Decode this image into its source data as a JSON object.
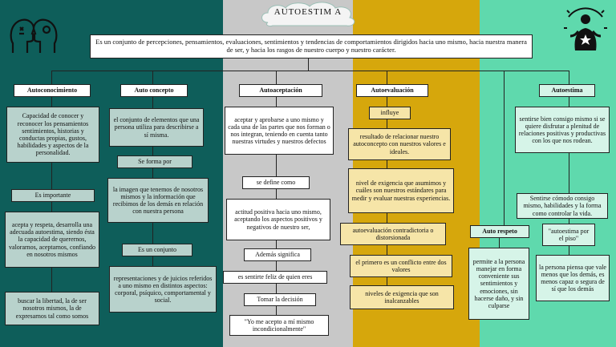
{
  "colors": {
    "teal": "#0e5e5a",
    "gray": "#c8c8c8",
    "mustard": "#d6a70c",
    "mint": "#5fd9ad"
  },
  "icons": [
    "heads-icon",
    "person-star-icon",
    "cloud-banner"
  ],
  "title": "AUTOESTIM A",
  "definition": "Es un conjunto de percepciones, pensamientos, evaluaciones, sentimientos y tendencias de comportamientos dirigidos hacia uno mismo, hacia nuestra manera de ser, y hacia los rasgos de nuestro cuerpo y nuestro carácter.",
  "autoconocimiento": {
    "header": "Autoconocimiento",
    "desc": "Capacidad de conocer y reconocer los pensamientos sentimientos, historias y conductas propias, gustos, habilidades y aspectos de la personalidad.",
    "label": "Es importante",
    "item1": "acepta y respeta, desarrolla una adecuada autoestima, siendo ésta la capacidad de querernos, valorarnos, aceptarnos, confiando en nosotros mismos",
    "item2": "buscar la libertad, la de ser nosotros mismos, la de expresarnos tal como somos"
  },
  "autoconcepto": {
    "header": "Auto concepto",
    "desc": "el conjunto de elementos que una persona utiliza para describirse a sí misma.",
    "label1": "Se forma por",
    "item1": "la imagen que tenemos de nosotros mismos y la información que recibimos de los demás en relación con nuestra persona",
    "label2": "Es un conjunto",
    "item2": "representaciones y de juicios referidos a uno mismo en distintos aspectos: corporal, psíquico, comportamental y social."
  },
  "autoaceptacion": {
    "header": "Autoaceptación",
    "desc": "aceptar y aprobarse a uno mismo y cada una de las partes que nos forman o nos integran, teniendo en cuenta tanto nuestras virtudes y nuestros defectos",
    "label1": "se define como",
    "item1": "actitud positiva hacia uno mismo, aceptando los aspectos positivos y negativos de nuestro ser,",
    "label2": "Además significa",
    "item2": "es sentirte feliz de quien eres",
    "item3": "Tomar la decisión",
    "item4": "\"Yo me acepto a mí mismo incondicionalmente\""
  },
  "autoevaluacion": {
    "header": "Autoevaluación",
    "label": "influye",
    "item1": "resultado de relacionar nuestro autoconcepto con nuestros valores e ideales.",
    "item2": "nivel de exigencia que asumimos y cuáles son nuestros estándares para medir y evaluar nuestras experiencias.",
    "item3": "autoevaluación contradictoria o distorsionada",
    "item4": "el primero es un conflicto entre dos valores",
    "item5": "niveles de exigencia que son inalcanzables"
  },
  "autorespeto": {
    "header": "Auto respeto",
    "desc": "permite a la persona manejar en forma conveniente sus sentimientos y emociones, sin hacerse daño, y sin culparse"
  },
  "autoestima": {
    "header": "Autoestima",
    "desc1": "sentirse bien consigo mismo si se quiere disfrutar a plenitud de relaciones positivas y productivas con los que nos rodean.",
    "desc2": "Sentirse cómodo consigo mismo, habilidades y la forma como controlar la vida.",
    "quote": "\"autoestima por el piso\"",
    "desc3": "la persona piensa que vale menos que los demás, es menos capaz o segura de sí que los demás"
  }
}
